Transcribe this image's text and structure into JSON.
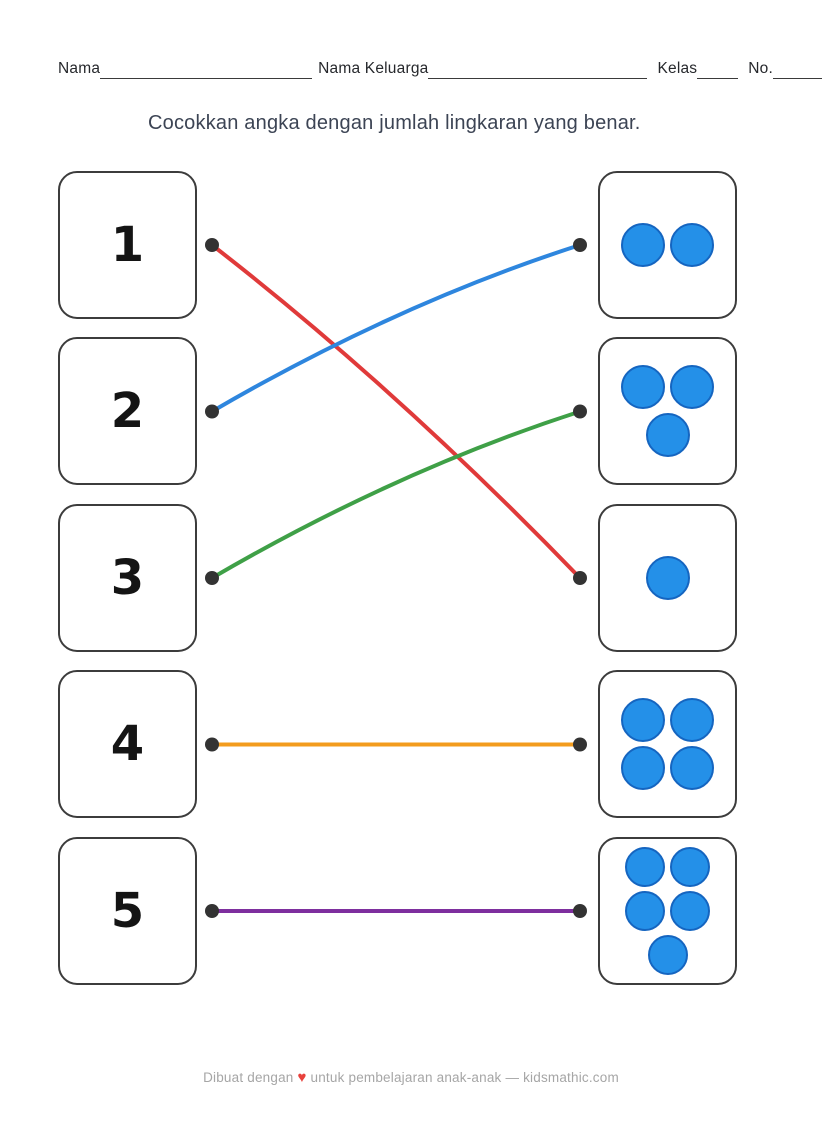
{
  "header": {
    "fields": [
      {
        "label": "Nama"
      },
      {
        "label": "Nama Keluarga"
      },
      {
        "label": "Kelas"
      },
      {
        "label": "No."
      }
    ]
  },
  "title": "Cocokkan angka dengan jumlah lingkaran yang benar.",
  "matching": {
    "left_cards": [
      {
        "number": "1"
      },
      {
        "number": "2"
      },
      {
        "number": "3"
      },
      {
        "number": "4"
      },
      {
        "number": "5"
      }
    ],
    "right_cards": [
      {
        "count": 2
      },
      {
        "count": 3
      },
      {
        "count": 1
      },
      {
        "count": 4
      },
      {
        "count": 5
      }
    ],
    "connections": [
      {
        "from_number": "1",
        "from_row": 0,
        "to_row": 2,
        "color": "#E03A3A"
      },
      {
        "from_number": "2",
        "from_row": 1,
        "to_row": 0,
        "color": "#2E86DE"
      },
      {
        "from_number": "3",
        "from_row": 2,
        "to_row": 1,
        "color": "#3FA047"
      },
      {
        "from_number": "4",
        "from_row": 3,
        "to_row": 3,
        "color": "#F39C1D"
      },
      {
        "from_number": "5",
        "from_row": 4,
        "to_row": 4,
        "color": "#7E2F9E"
      }
    ],
    "circle_fill": "#2490E8",
    "circle_border": "#1565C0",
    "dot_color": "#333333"
  },
  "footer": {
    "prefix": "Dibuat dengan",
    "heart": "♥",
    "suffix": "untuk pembelajaran anak-anak — kidsmathic.com"
  }
}
